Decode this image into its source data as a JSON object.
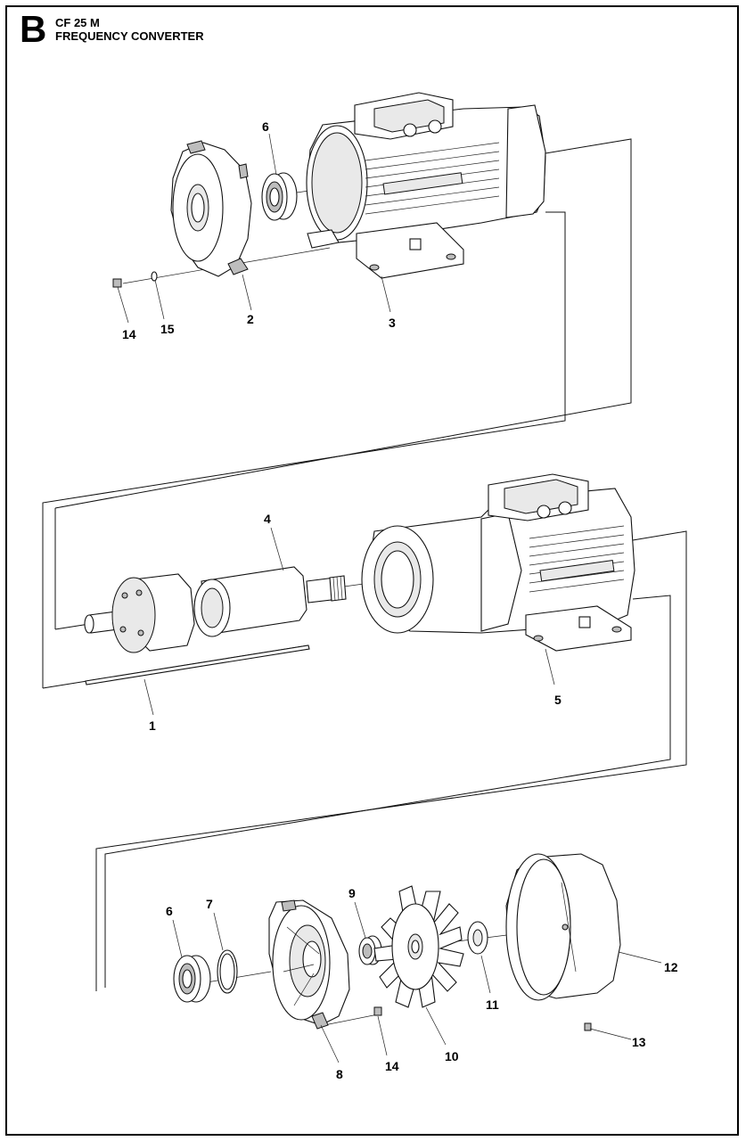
{
  "header": {
    "section_letter": "B",
    "model": "CF 25 M",
    "title": "FREQUENCY CONVERTER"
  },
  "callouts": [
    {
      "id": "c6a",
      "label": "6"
    },
    {
      "id": "c14a",
      "label": "14"
    },
    {
      "id": "c15",
      "label": "15"
    },
    {
      "id": "c2",
      "label": "2"
    },
    {
      "id": "c3",
      "label": "3"
    },
    {
      "id": "c4",
      "label": "4"
    },
    {
      "id": "c1",
      "label": "1"
    },
    {
      "id": "c5",
      "label": "5"
    },
    {
      "id": "c6b",
      "label": "6"
    },
    {
      "id": "c7",
      "label": "7"
    },
    {
      "id": "c9",
      "label": "9"
    },
    {
      "id": "c12",
      "label": "12"
    },
    {
      "id": "c11",
      "label": "11"
    },
    {
      "id": "c13",
      "label": "13"
    },
    {
      "id": "c10",
      "label": "10"
    },
    {
      "id": "c14b",
      "label": "14"
    },
    {
      "id": "c8",
      "label": "8"
    }
  ]
}
